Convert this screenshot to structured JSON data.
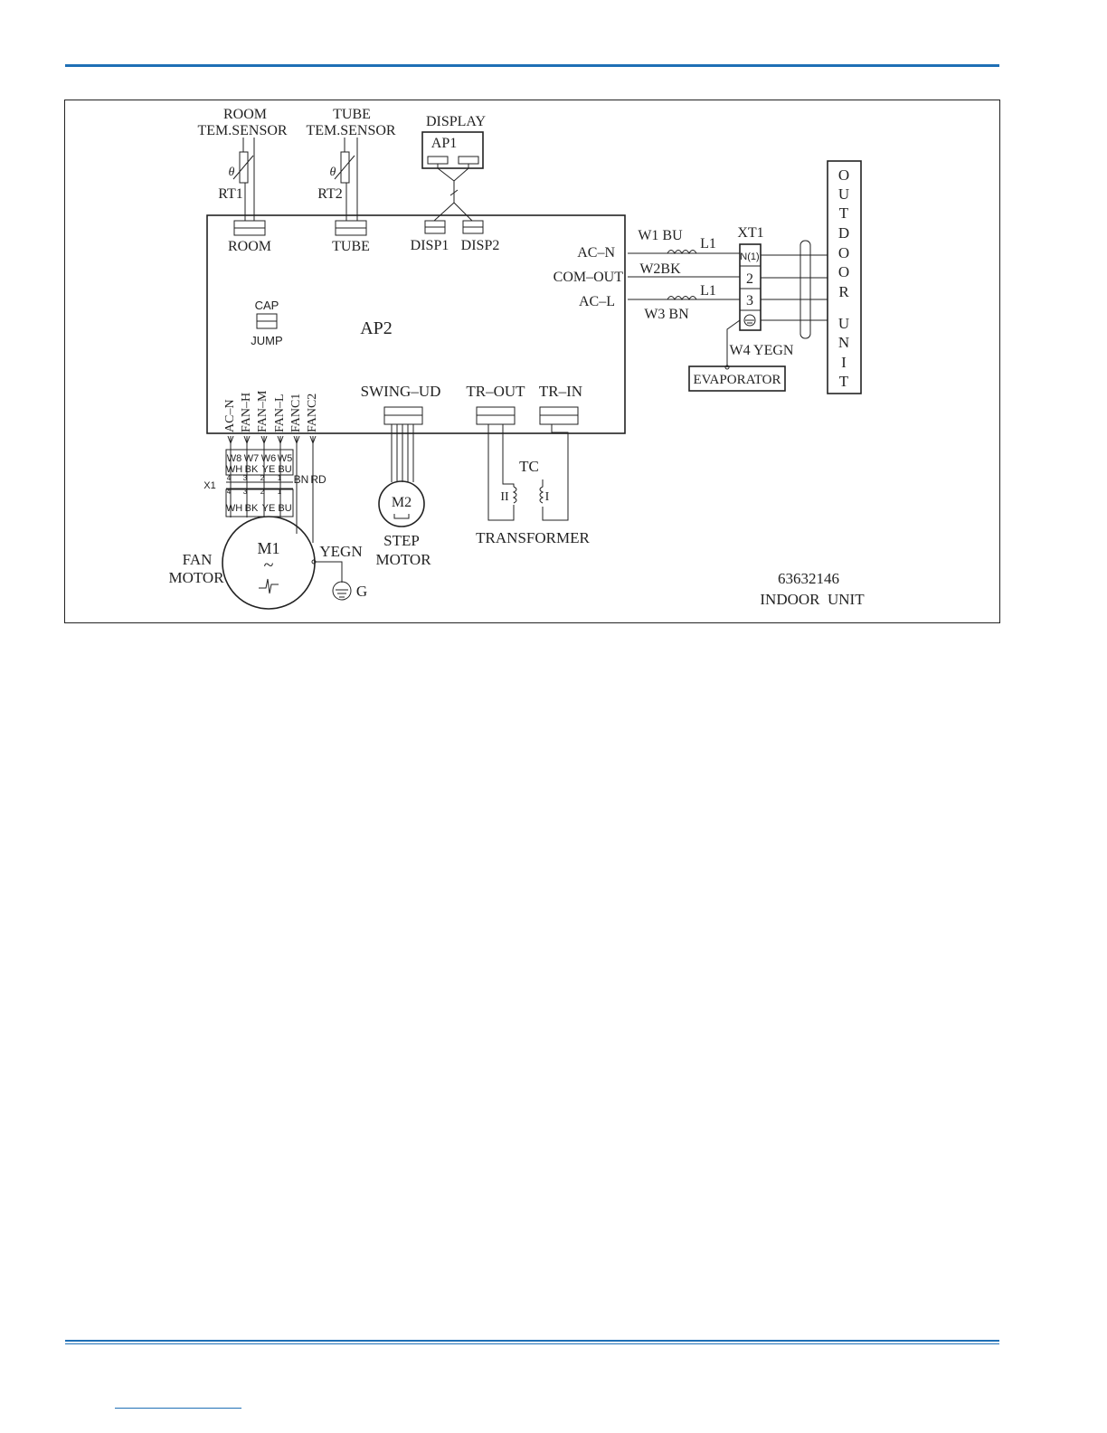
{
  "colors": {
    "accent": "#1f6fb5",
    "ink": "#222222"
  },
  "sensors": {
    "room_title_1": "ROOM",
    "room_title_2": "TEM.SENSOR",
    "room_rt": "RT1",
    "tube_title_1": "TUBE",
    "tube_title_2": "TEM.SENSOR",
    "tube_rt": "RT2",
    "theta": "θ"
  },
  "display": {
    "title": "DISPLAY",
    "board": "AP1"
  },
  "board": {
    "name": "AP2",
    "room": "ROOM",
    "tube": "TUBE",
    "disp1": "DISP1",
    "disp2": "DISP2",
    "cap": "CAP",
    "jump": "JUMP",
    "ac_n": "AC–N",
    "com_out": "COM–OUT",
    "ac_l": "AC–L",
    "swing_ud": "SWING–UD",
    "tr_out": "TR–OUT",
    "tr_in": "TR–IN",
    "fan_pins": [
      "AC–N",
      "FAN–H",
      "FAN–M",
      "FAN–L",
      "FANC1",
      "FANC2"
    ]
  },
  "wires": {
    "w1": "W1 BU",
    "w2": "W2BK",
    "w3": "W3 BN",
    "w4": "W4 YEGN",
    "l1": "L1"
  },
  "terminal": {
    "name": "XT1",
    "t1": "N(1)",
    "t2": "2",
    "t3": "3"
  },
  "outdoor_letters": [
    "O",
    "U",
    "T",
    "D",
    "O",
    "O",
    "R",
    "U",
    "N",
    "I",
    "T"
  ],
  "evaporator": "EVAPORATOR",
  "connector": {
    "name": "X1",
    "top": [
      "W8",
      "W7",
      "W6",
      "W5"
    ],
    "top2": [
      "WH",
      "BK",
      "YE",
      "BU"
    ],
    "pins": [
      "4",
      "3",
      "2",
      "1"
    ],
    "bottom": [
      "WH",
      "BK",
      "YE",
      "BU"
    ],
    "bn": "BN",
    "rd": "RD"
  },
  "fan_motor": {
    "line1": "FAN",
    "line2": "MOTOR",
    "name": "M1",
    "yegn": "YEGN",
    "ground": "G"
  },
  "step_motor": {
    "name": "M2",
    "line1": "STEP",
    "line2": "MOTOR"
  },
  "transformer": {
    "tc": "TC",
    "secondary": "II",
    "primary": "I",
    "label": "TRANSFORMER"
  },
  "part_number": "63632146",
  "unit_label": "INDOOR  UNIT"
}
